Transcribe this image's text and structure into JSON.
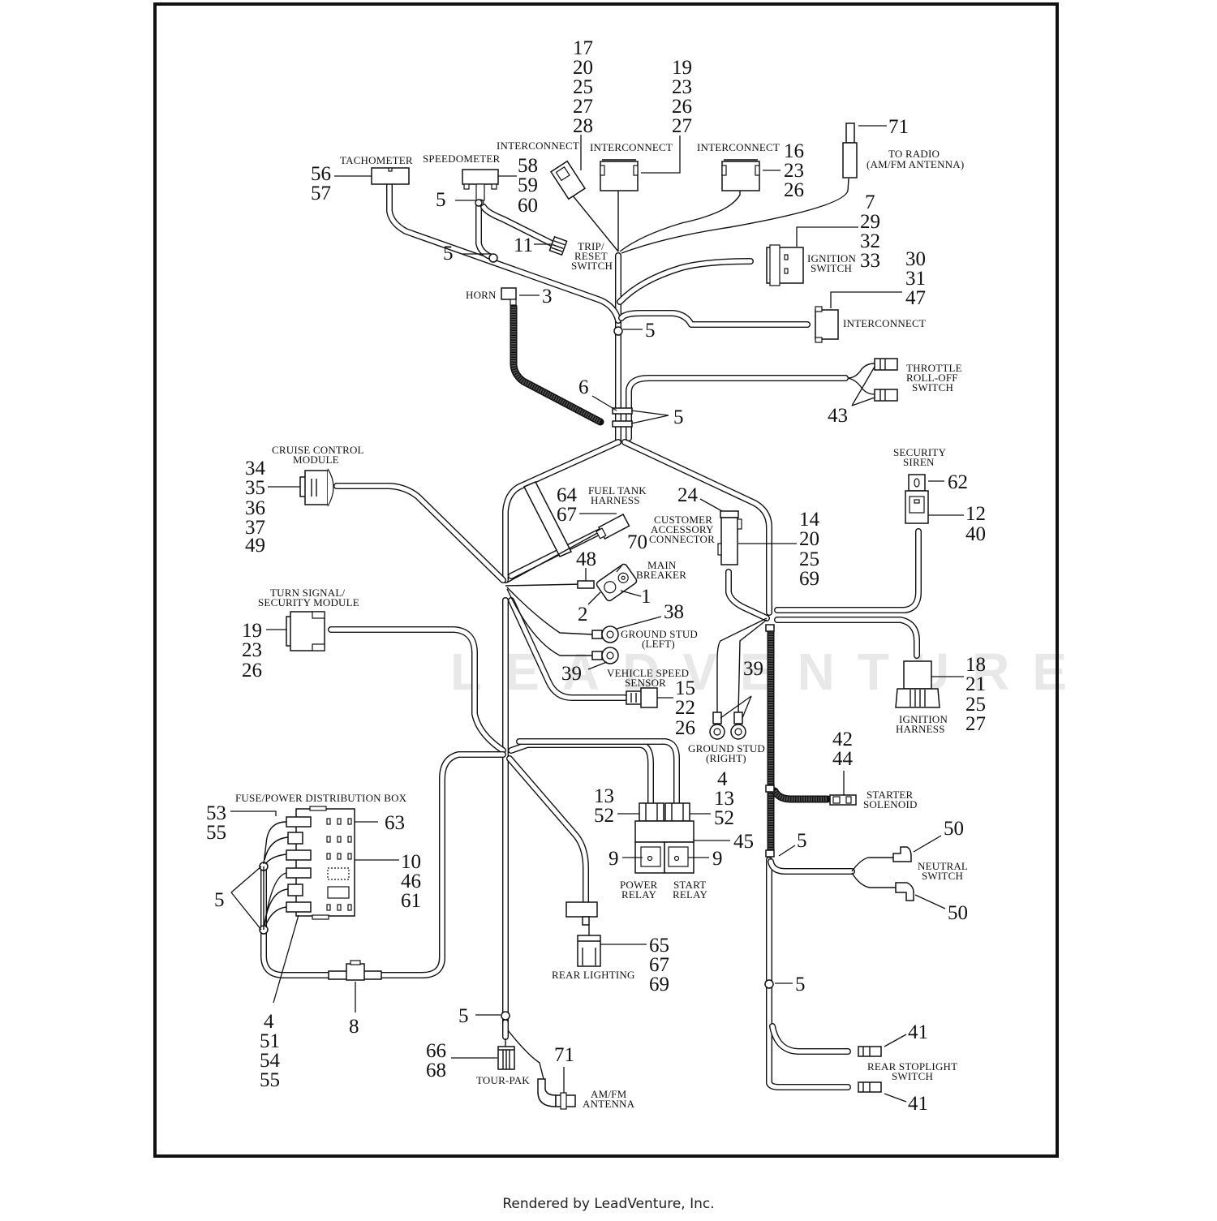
{
  "diagram": {
    "watermark": "LEADVENTURE",
    "footer": "Rendered by LeadVenture, Inc.",
    "components": [
      {
        "id": "tachometer",
        "label": "TACHOMETER",
        "callouts": [
          "56",
          "57"
        ]
      },
      {
        "id": "speedometer",
        "label": "SPEEDOMETER",
        "callouts": [
          "58",
          "59",
          "60"
        ]
      },
      {
        "id": "interconnect-a",
        "label": "INTERCONNECT",
        "callouts": [
          "17",
          "20",
          "25",
          "27",
          "28"
        ]
      },
      {
        "id": "interconnect-b",
        "label": "INTERCONNECT",
        "callouts": [
          "19",
          "23",
          "26",
          "27"
        ]
      },
      {
        "id": "interconnect-c",
        "label": "INTERCONNECT",
        "callouts": [
          "16",
          "23",
          "26"
        ]
      },
      {
        "id": "to-radio",
        "label_lines": [
          "TO RADIO",
          "(AM/FM ANTENNA)"
        ],
        "callouts": [
          "71"
        ]
      },
      {
        "id": "trip-reset-switch",
        "label_lines": [
          "TRIP/",
          "RESET",
          "SWITCH"
        ],
        "callouts": [
          "11"
        ]
      },
      {
        "id": "ignition-switch",
        "label_lines": [
          "IGNITION",
          "SWITCH"
        ],
        "callouts": [
          "7",
          "29",
          "32",
          "33"
        ]
      },
      {
        "id": "interconnect-d",
        "label": "INTERCONNECT",
        "callouts": [
          "30",
          "31",
          "47"
        ]
      },
      {
        "id": "horn",
        "label": "HORN",
        "callouts": [
          "3"
        ]
      },
      {
        "id": "throttle-roll-off-switch",
        "label_lines": [
          "THROTTLE",
          "ROLL-OFF",
          "SWITCH"
        ],
        "callouts": [
          "43"
        ]
      },
      {
        "id": "cruise-control-module",
        "label_lines": [
          "CRUISE CONTROL",
          "MODULE"
        ],
        "callouts": [
          "34",
          "35",
          "36",
          "37",
          "49"
        ]
      },
      {
        "id": "fuel-tank-harness",
        "label_lines": [
          "FUEL TANK",
          "HARNESS"
        ],
        "callouts": [
          "64",
          "67"
        ]
      },
      {
        "id": "main-breaker",
        "label_lines": [
          "MAIN",
          "BREAKER"
        ],
        "callouts": [
          "70",
          "48",
          "1",
          "2"
        ]
      },
      {
        "id": "customer-accessory-connector",
        "label_lines": [
          "CUSTOMER",
          "ACCESSORY",
          "CONNECTOR"
        ],
        "callouts": [
          "24",
          "14",
          "20",
          "25",
          "69"
        ]
      },
      {
        "id": "security-siren",
        "label_lines": [
          "SECURITY",
          "SIREN"
        ],
        "callouts": [
          "62",
          "12",
          "40"
        ]
      },
      {
        "id": "turn-signal-security-module",
        "label_lines": [
          "TURN SIGNAL/",
          "SECURITY MODULE"
        ],
        "callouts": [
          "19",
          "23",
          "26"
        ]
      },
      {
        "id": "ground-stud-left",
        "label_lines": [
          "GROUND STUD",
          "(LEFT)"
        ],
        "callouts": [
          "38",
          "39"
        ]
      },
      {
        "id": "vehicle-speed-sensor",
        "label_lines": [
          "VEHICLE SPEED",
          "SENSOR"
        ],
        "callouts": [
          "15",
          "22",
          "26"
        ]
      },
      {
        "id": "ground-stud-right",
        "label_lines": [
          "GROUND STUD",
          "(RIGHT)"
        ],
        "callouts": [
          "39"
        ]
      },
      {
        "id": "ignition-harness",
        "label_lines": [
          "IGNITION",
          "HARNESS"
        ],
        "callouts": [
          "18",
          "21",
          "25",
          "27"
        ]
      },
      {
        "id": "starter-solenoid",
        "label_lines": [
          "STARTER",
          "SOLENOID"
        ],
        "callouts": [
          "42",
          "44"
        ]
      },
      {
        "id": "fuse-power-distribution-box",
        "label": "FUSE/POWER DISTRIBUTION BOX",
        "callouts": [
          "53",
          "55",
          "63",
          "10",
          "46",
          "61",
          "4",
          "51",
          "54",
          "55"
        ]
      },
      {
        "id": "relays",
        "label_lines": [
          "POWER",
          "RELAY",
          "START",
          "RELAY"
        ],
        "callouts": [
          "13",
          "52",
          "4",
          "13",
          "52",
          "45",
          "9",
          "9"
        ]
      },
      {
        "id": "neutral-switch",
        "label_lines": [
          "NEUTRAL",
          "SWITCH"
        ],
        "callouts": [
          "50",
          "50"
        ]
      },
      {
        "id": "rear-lighting",
        "label": "REAR LIGHTING",
        "callouts": [
          "65",
          "67",
          "69"
        ]
      },
      {
        "id": "tour-pak",
        "label": "TOUR-PAK",
        "callouts": [
          "66",
          "68"
        ]
      },
      {
        "id": "am-fm-antenna",
        "label_lines": [
          "AM/FM",
          "ANTENNA"
        ],
        "callouts": [
          "71"
        ]
      },
      {
        "id": "rear-stoplight-switch",
        "label_lines": [
          "REAR STOPLIGHT",
          "SWITCH"
        ],
        "callouts": [
          "41",
          "41"
        ]
      },
      {
        "id": "inline-fuse",
        "callouts": [
          "8"
        ]
      },
      {
        "id": "cable-straps",
        "callouts": [
          "5",
          "6"
        ]
      }
    ]
  },
  "t": {
    "n17": "17",
    "n20a": "20",
    "n25a": "25",
    "n27a": "27",
    "n28": "28",
    "n19a": "19",
    "n23a": "23",
    "n26a": "26",
    "n27b": "27",
    "n16": "16",
    "n23b": "23",
    "n26b": "26",
    "n71a": "71",
    "n56": "56",
    "n57": "57",
    "n58": "58",
    "n59": "59",
    "n60": "60",
    "n5a": "5",
    "n5b": "5",
    "n11": "11",
    "n7": "7",
    "n29": "29",
    "n32": "32",
    "n33": "33",
    "n30": "30",
    "n31": "31",
    "n47": "47",
    "n3": "3",
    "n5c": "5",
    "n6": "6",
    "n5d": "5",
    "n43": "43",
    "n34": "34",
    "n35": "35",
    "n36": "36",
    "n37": "37",
    "n49": "49",
    "n64": "64",
    "n67a": "67",
    "n70": "70",
    "n48": "48",
    "n1": "1",
    "n2": "2",
    "n38": "38",
    "n39a": "39",
    "n24": "24",
    "n14": "14",
    "n20b": "20",
    "n25b": "25",
    "n69a": "69",
    "n62": "62",
    "n12": "12",
    "n40": "40",
    "n19b": "19",
    "n23c": "23",
    "n26c": "26",
    "n15": "15",
    "n22": "22",
    "n26d": "26",
    "n39b": "39",
    "n18": "18",
    "n21": "21",
    "n25c": "25",
    "n27c": "27",
    "n42": "42",
    "n44": "44",
    "n53": "53",
    "n55a": "55",
    "n63": "63",
    "n10": "10",
    "n46": "46",
    "n61": "61",
    "n5e": "5",
    "n4a": "4",
    "n51": "51",
    "n54": "54",
    "n55b": "55",
    "n8": "8",
    "n13a": "13",
    "n52a": "52",
    "n4b": "4",
    "n13b": "13",
    "n52b": "52",
    "n45": "45",
    "n9a": "9",
    "n9b": "9",
    "n5f": "5",
    "n50a": "50",
    "n50b": "50",
    "n65": "65",
    "n67b": "67",
    "n69b": "69",
    "n5g": "5",
    "n66": "66",
    "n68": "68",
    "n71b": "71",
    "n5h": "5",
    "n41a": "41",
    "n41b": "41",
    "l_tach": "TACHOMETER",
    "l_speedo": "SPEEDOMETER",
    "l_ic1": "INTERCONNECT",
    "l_ic2": "INTERCONNECT",
    "l_ic3": "INTERCONNECT",
    "l_ic4": "INTERCONNECT",
    "l_radio1": "TO RADIO",
    "l_radio2": "(AM/FM ANTENNA)",
    "l_trip1": "TRIP/",
    "l_trip2": "RESET",
    "l_trip3": "SWITCH",
    "l_ign1": "IGNITION",
    "l_ign2": "SWITCH",
    "l_horn": "HORN",
    "l_thr1": "THROTTLE",
    "l_thr2": "ROLL-OFF",
    "l_thr3": "SWITCH",
    "l_cc1": "CRUISE CONTROL",
    "l_cc2": "MODULE",
    "l_ft1": "FUEL TANK",
    "l_ft2": "HARNESS",
    "l_mb1": "MAIN",
    "l_mb2": "BREAKER",
    "l_cac1": "CUSTOMER",
    "l_cac2": "ACCESSORY",
    "l_cac3": "CONNECTOR",
    "l_ss1": "SECURITY",
    "l_ss2": "SIREN",
    "l_ts1": "TURN SIGNAL/",
    "l_ts2": "SECURITY MODULE",
    "l_gl1": "GROUND STUD",
    "l_gl2": "(LEFT)",
    "l_vss1": "VEHICLE SPEED",
    "l_vss2": "SENSOR",
    "l_gr1": "GROUND STUD",
    "l_gr2": "(RIGHT)",
    "l_ih1": "IGNITION",
    "l_ih2": "HARNESS",
    "l_sol1": "STARTER",
    "l_sol2": "SOLENOID",
    "l_fuse": "FUSE/POWER DISTRIBUTION BOX",
    "l_pr1": "POWER",
    "l_pr2": "RELAY",
    "l_sr1": "START",
    "l_sr2": "RELAY",
    "l_ns1": "NEUTRAL",
    "l_ns2": "SWITCH",
    "l_rl": "REAR LIGHTING",
    "l_tp": "TOUR-PAK",
    "l_am1": "AM/FM",
    "l_am2": "ANTENNA",
    "l_rs1": "REAR STOPLIGHT",
    "l_rs2": "SWITCH"
  }
}
